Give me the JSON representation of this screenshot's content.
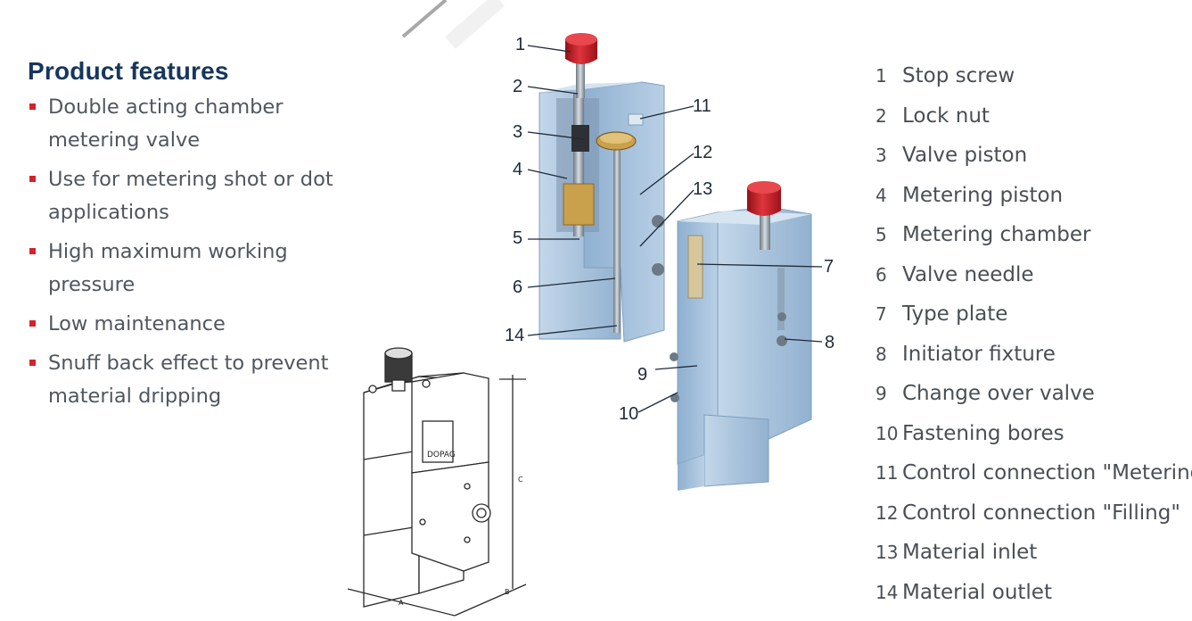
{
  "heading": "Product features",
  "features": [
    "Double acting chamber metering valve",
    "Use for metering shot or dot applications",
    "High maximum working pressure",
    "Low maintenance",
    "Snuff back effect to prevent material dripping"
  ],
  "parts": [
    {
      "num": "1",
      "label": "Stop screw"
    },
    {
      "num": "2",
      "label": "Lock nut"
    },
    {
      "num": "3",
      "label": "Valve piston"
    },
    {
      "num": "4",
      "label": "Metering piston"
    },
    {
      "num": "5",
      "label": "Metering chamber"
    },
    {
      "num": "6",
      "label": "Valve needle"
    },
    {
      "num": "7",
      "label": "Type plate"
    },
    {
      "num": "8",
      "label": "Initiator fixture"
    },
    {
      "num": "9",
      "label": "Change over valve"
    },
    {
      "num": "10",
      "label": "Fastening bores"
    },
    {
      "num": "11",
      "label": "Control connection \"Metering\""
    },
    {
      "num": "12",
      "label": "Control connection \"Filling\""
    },
    {
      "num": "13",
      "label": "Material inlet"
    },
    {
      "num": "14",
      "label": "Material outlet"
    }
  ],
  "callouts": [
    "1",
    "2",
    "3",
    "4",
    "5",
    "6",
    "7",
    "8",
    "9",
    "10",
    "11",
    "12",
    "13",
    "14"
  ],
  "drawing": {
    "logo_text": "DOPAG",
    "dim_a": "A",
    "dim_b": "B",
    "dim_c": "C"
  },
  "colors": {
    "heading": "#17365d",
    "bullet": "#d0252b",
    "valve_blue": "#a9c3dc",
    "knob_red": "#c8202a",
    "brass": "#c9a04b"
  }
}
